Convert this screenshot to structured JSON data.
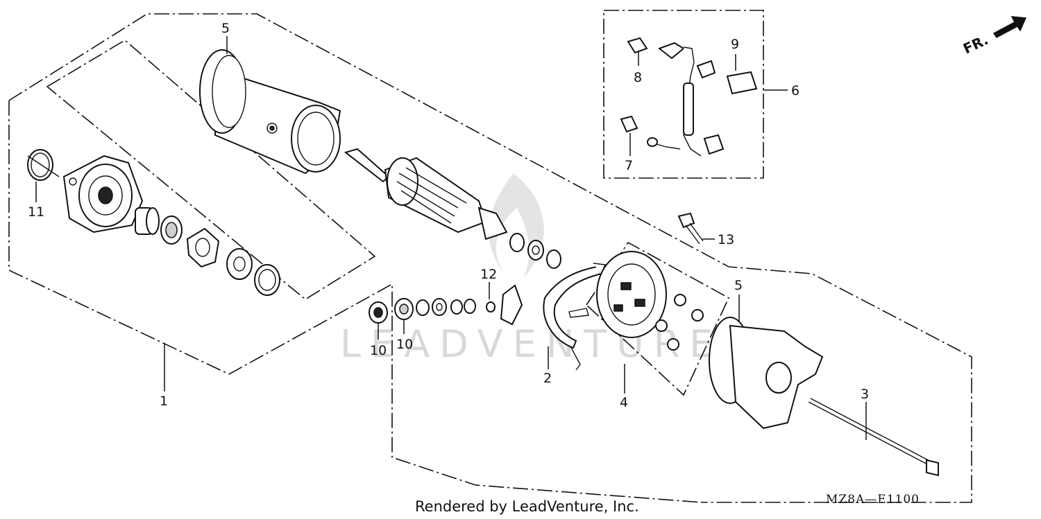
{
  "callouts": {
    "c1": "1",
    "c2": "2",
    "c3": "3",
    "c4": "4",
    "c5_top": "5",
    "c5_right": "5",
    "c6": "6",
    "c7": "7",
    "c8": "8",
    "c9": "9",
    "c10_left": "10",
    "c10_right": "10",
    "c11": "11",
    "c12": "12",
    "c13": "13"
  },
  "orientation_label": "FR.",
  "watermark": "LEADVENTURE",
  "footer": {
    "rendered_by": "Rendered by LeadVenture, Inc.",
    "diagram_code": "MZ8A—E1100"
  },
  "colors": {
    "ink": "#111111",
    "background": "#ffffff",
    "watermark": "#d8d8d8"
  }
}
